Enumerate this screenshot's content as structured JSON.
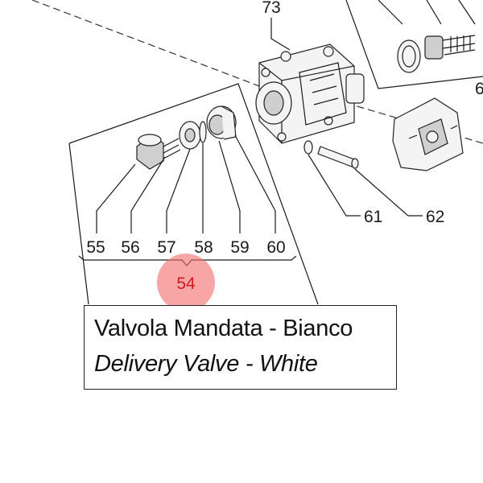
{
  "diagram": {
    "labels": {
      "p73": "73",
      "p6x": "6",
      "p55": "55",
      "p56": "56",
      "p57": "57",
      "p58": "58",
      "p59": "59",
      "p60": "60",
      "p61": "61",
      "p62": "62"
    },
    "highlight": {
      "label": "54",
      "color": "#f26d6d"
    },
    "caption": {
      "line1": "Valvola Mandata - Bianco",
      "line2": "Delivery Valve - White"
    }
  }
}
